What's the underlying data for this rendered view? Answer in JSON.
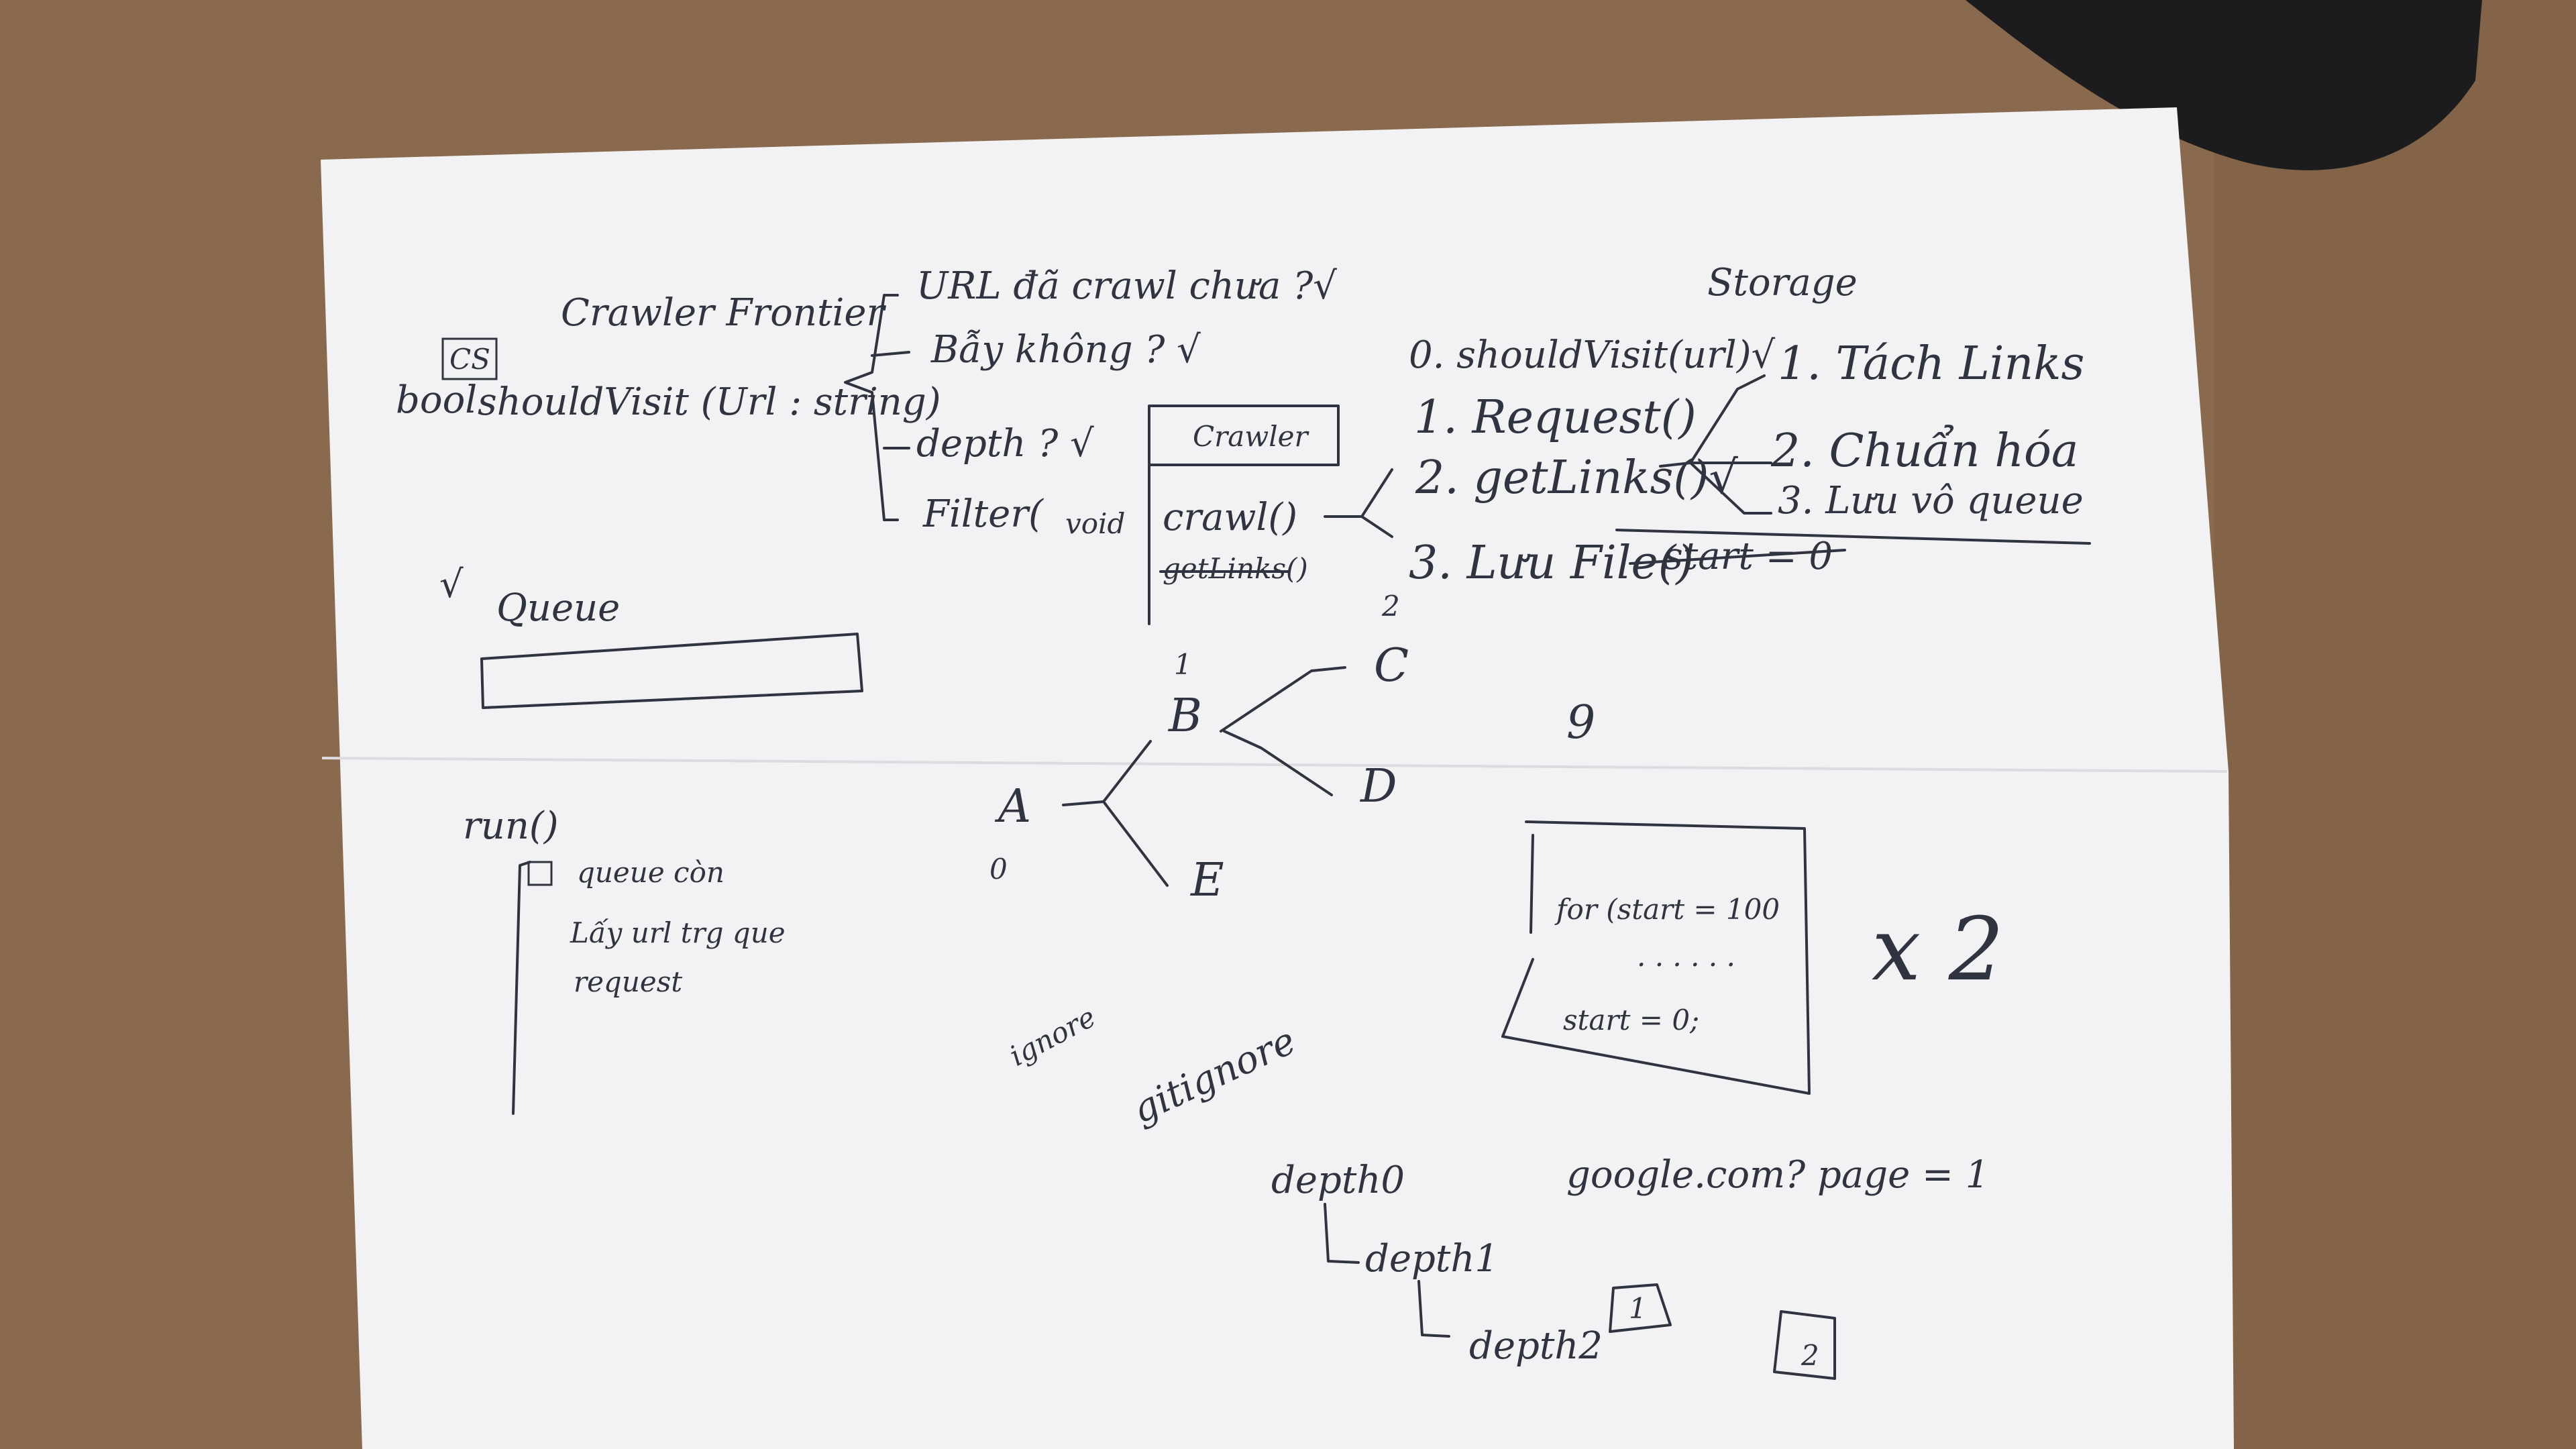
{
  "colors": {
    "desk": "#8a6a4e",
    "paper": "#f2f2f4",
    "ink": "#2f3440",
    "device": "#1c1c1e"
  },
  "notes": {
    "frontier_title": "Crawler Frontier",
    "cs_box": "CS",
    "bool_label": "bool",
    "should_visit_sig": "shouldVisit (Url : string)",
    "branch_url_crawled": "URL đã crawl chưa ?√",
    "branch_bay": "Bẫy không ? √",
    "branch_depth": "depth ? √",
    "branch_filter": "Filter(",
    "void_label": "void",
    "queue_label": "Queue",
    "queue_check": "√",
    "crawler_box_title": "Crawler",
    "crawl_method": "crawl()",
    "getlinks_struck": "getLinks()",
    "steps": [
      "0. shouldVisit(url)√",
      "1. Request()",
      "2. getLinks()√",
      "3. Lưu File()"
    ],
    "storage_title": "Storage",
    "storage_steps": [
      "1. Tách Links",
      "2. Chuẩn hóa",
      "3. Lưu vô queue"
    ],
    "start_zero": "start = 0",
    "run_label": "run()",
    "run_lines": [
      "queue còn",
      "Lấy url trg que",
      "request"
    ],
    "tree_nodes": [
      "A",
      "B",
      "C",
      "D",
      "E"
    ],
    "tree_numbers": [
      "0",
      "1",
      "2"
    ],
    "nine": "9",
    "ignore": "ignore",
    "gitignore": "gitignore",
    "for_loop": "for (start = 100",
    "start_reset": "start = 0;",
    "times_two": "x 2",
    "depth0": "depth0",
    "depth1": "depth1",
    "depth2": "depth2",
    "google_url": "google.com? page = 1",
    "box_one": "1",
    "box_two": "2"
  }
}
